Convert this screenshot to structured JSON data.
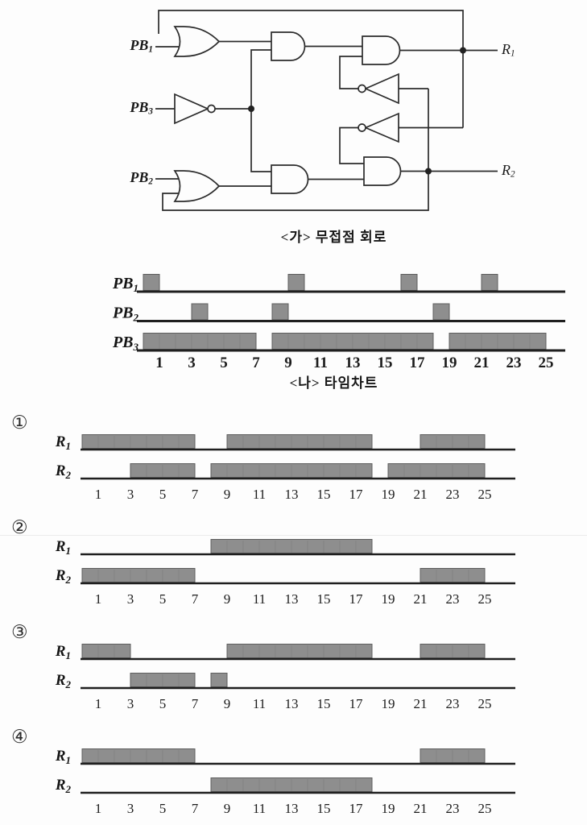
{
  "page": {
    "background": "#fdfdfd"
  },
  "colors": {
    "bar_fill": "#8e8e8e",
    "bar_edge": "#5e5e5e",
    "bar_inner_line": "#6a6a6a",
    "axis": "#1f1f1f",
    "wire": "#2b2b2b",
    "ink": "#141414"
  },
  "figure_a": {
    "caption": "<가> 무접점 회로",
    "inputs": {
      "pb1": "PB1",
      "pb3": "PB3",
      "pb2": "PB2"
    },
    "outputs": {
      "r1": "R1",
      "r2": "R2"
    },
    "gates": [
      {
        "id": "or1",
        "type": "OR",
        "inputs": [
          "PB1",
          "R1-feedback"
        ]
      },
      {
        "id": "not-pb3",
        "type": "NOT",
        "inputs": [
          "PB3"
        ]
      },
      {
        "id": "and1",
        "type": "AND",
        "inputs": [
          "or1",
          "not-pb3"
        ]
      },
      {
        "id": "not-r2",
        "type": "NOT",
        "inputs": [
          "R2"
        ]
      },
      {
        "id": "and-r1",
        "type": "AND",
        "inputs": [
          "and1",
          "not-r2"
        ],
        "output": "R1"
      },
      {
        "id": "or2",
        "type": "OR",
        "inputs": [
          "PB2",
          "R2-feedback"
        ]
      },
      {
        "id": "and2",
        "type": "AND",
        "inputs": [
          "not-pb3",
          "or2"
        ]
      },
      {
        "id": "not-r1",
        "type": "NOT",
        "inputs": [
          "R1"
        ]
      },
      {
        "id": "and-r2",
        "type": "AND",
        "inputs": [
          "not-r1",
          "and2"
        ],
        "output": "R2"
      }
    ]
  },
  "chart_data": [
    {
      "type": "timing",
      "caption": "<나> 타임차트",
      "x_range": [
        0,
        25
      ],
      "x_ticks": [
        1,
        3,
        5,
        7,
        9,
        11,
        13,
        15,
        17,
        19,
        21,
        23,
        25
      ],
      "signals": [
        {
          "label": "PB1",
          "high": [
            [
              0,
              1
            ],
            [
              9,
              10
            ],
            [
              16,
              17
            ],
            [
              21,
              22
            ]
          ]
        },
        {
          "label": "PB2",
          "high": [
            [
              3,
              4
            ],
            [
              8,
              9
            ],
            [
              18,
              19
            ]
          ]
        },
        {
          "label": "PB3",
          "high": [
            [
              0,
              7
            ],
            [
              8,
              18
            ],
            [
              19,
              25
            ]
          ]
        }
      ]
    },
    {
      "type": "timing",
      "option": "①",
      "x_range": [
        0,
        25
      ],
      "x_ticks": [
        1,
        3,
        5,
        7,
        9,
        11,
        13,
        15,
        17,
        19,
        21,
        23,
        25
      ],
      "signals": [
        {
          "label": "R1",
          "high": [
            [
              0,
              7
            ],
            [
              9,
              18
            ],
            [
              21,
              25
            ]
          ]
        },
        {
          "label": "R2",
          "high": [
            [
              3,
              7
            ],
            [
              8,
              18
            ],
            [
              19,
              25
            ]
          ]
        }
      ]
    },
    {
      "type": "timing",
      "option": "②",
      "x_range": [
        0,
        25
      ],
      "x_ticks": [
        1,
        3,
        5,
        7,
        9,
        11,
        13,
        15,
        17,
        19,
        21,
        23,
        25
      ],
      "signals": [
        {
          "label": "R1",
          "high": [
            [
              8,
              18
            ]
          ]
        },
        {
          "label": "R2",
          "high": [
            [
              0,
              7
            ],
            [
              21,
              25
            ]
          ]
        }
      ]
    },
    {
      "type": "timing",
      "option": "③",
      "x_range": [
        0,
        25
      ],
      "x_ticks": [
        1,
        3,
        5,
        7,
        9,
        11,
        13,
        15,
        17,
        19,
        21,
        23,
        25
      ],
      "signals": [
        {
          "label": "R1",
          "high": [
            [
              0,
              3
            ],
            [
              9,
              18
            ],
            [
              21,
              25
            ]
          ]
        },
        {
          "label": "R2",
          "high": [
            [
              3,
              7
            ],
            [
              8,
              9
            ]
          ]
        }
      ]
    },
    {
      "type": "timing",
      "option": "④",
      "x_range": [
        0,
        25
      ],
      "x_ticks": [
        1,
        3,
        5,
        7,
        9,
        11,
        13,
        15,
        17,
        19,
        21,
        23,
        25
      ],
      "signals": [
        {
          "label": "R1",
          "high": [
            [
              0,
              7
            ],
            [
              21,
              25
            ]
          ]
        },
        {
          "label": "R2",
          "high": [
            [
              8,
              18
            ]
          ]
        }
      ]
    }
  ]
}
